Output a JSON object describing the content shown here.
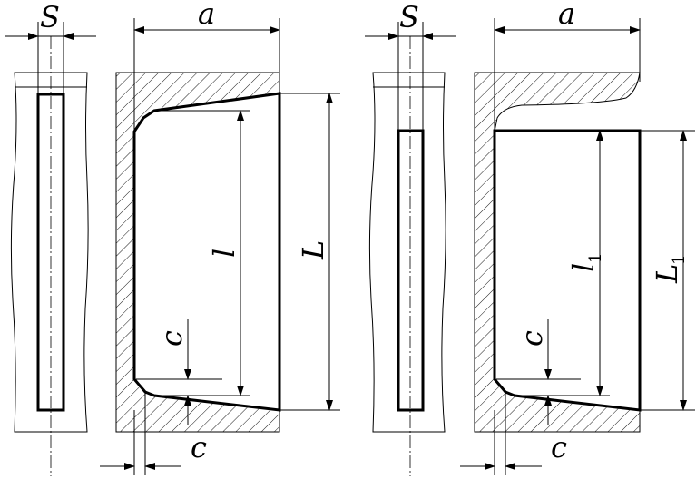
{
  "left_figure": {
    "labels": {
      "thickness": "S",
      "width": "a",
      "long_dim": "L",
      "short_dim": "l",
      "top_offset": "c",
      "bottom_offset": "c"
    }
  },
  "right_figure": {
    "labels": {
      "thickness": "S",
      "width": "a",
      "long_dim": "L",
      "long_dim_sub": "1",
      "short_dim": "l",
      "short_dim_sub": "1",
      "top_offset": "c",
      "bottom_offset": "c"
    }
  },
  "colors": {
    "line": "#000000",
    "background": "#ffffff"
  },
  "hatch_pattern": "diagonal-45"
}
